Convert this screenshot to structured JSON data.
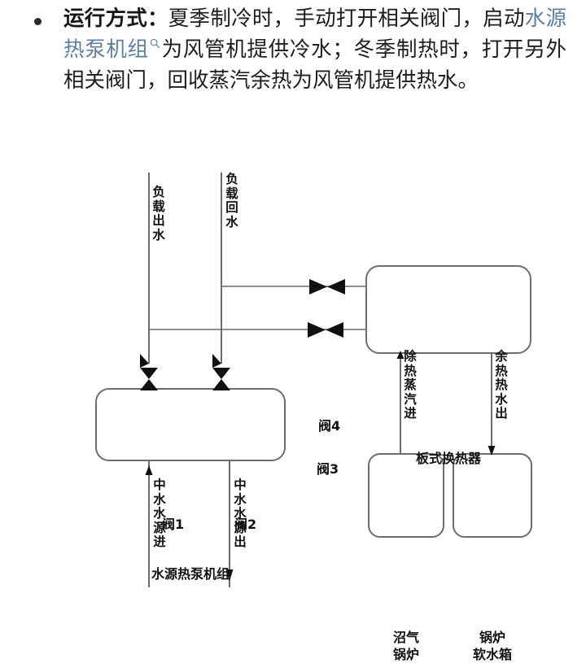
{
  "paragraph": {
    "bullet": "•",
    "lead": "运行方式：",
    "part1": "夏季制冷时，手动打开相关阀门，启动",
    "link": "水源热泵机组",
    "search_icon": "search-icon",
    "part2": "为风管机提供冷水；冬季制热时，打开另外相关阀门，回收蒸汽余热为风管机提供热水。",
    "link_color": "#5c7fa3",
    "text_color": "#1d1d1d"
  },
  "diagram": {
    "stroke_color": "#6d6d6d",
    "valve_color": "#111111",
    "box_stroke": "#6d6d6d",
    "boxes": [
      {
        "id": "heat-pump-unit",
        "label": "水源热泵机组"
      },
      {
        "id": "plate-heat-exchanger",
        "label": "板式换热器"
      },
      {
        "id": "biogas-boiler",
        "label": "沼气\n锅炉"
      },
      {
        "id": "boiler-soft-water-tank",
        "label": "锅炉\n软水箱"
      }
    ],
    "valves": [
      {
        "id": "valve-1",
        "label": "阀1"
      },
      {
        "id": "valve-2",
        "label": "阀2"
      },
      {
        "id": "valve-3",
        "label": "阀3"
      },
      {
        "id": "valve-4",
        "label": "阀4"
      }
    ],
    "pipe_labels": [
      {
        "id": "load-supply-water",
        "text": "负载出水"
      },
      {
        "id": "load-return-water",
        "text": "负载回水"
      },
      {
        "id": "reclaimed-water-in",
        "text": "中水水源进"
      },
      {
        "id": "reclaimed-water-out",
        "text": "中水水源出"
      },
      {
        "id": "waste-heat-steam-in",
        "text": "除热蒸汽进"
      },
      {
        "id": "waste-heat-hotwater-out",
        "text": "余热热水出"
      }
    ]
  }
}
